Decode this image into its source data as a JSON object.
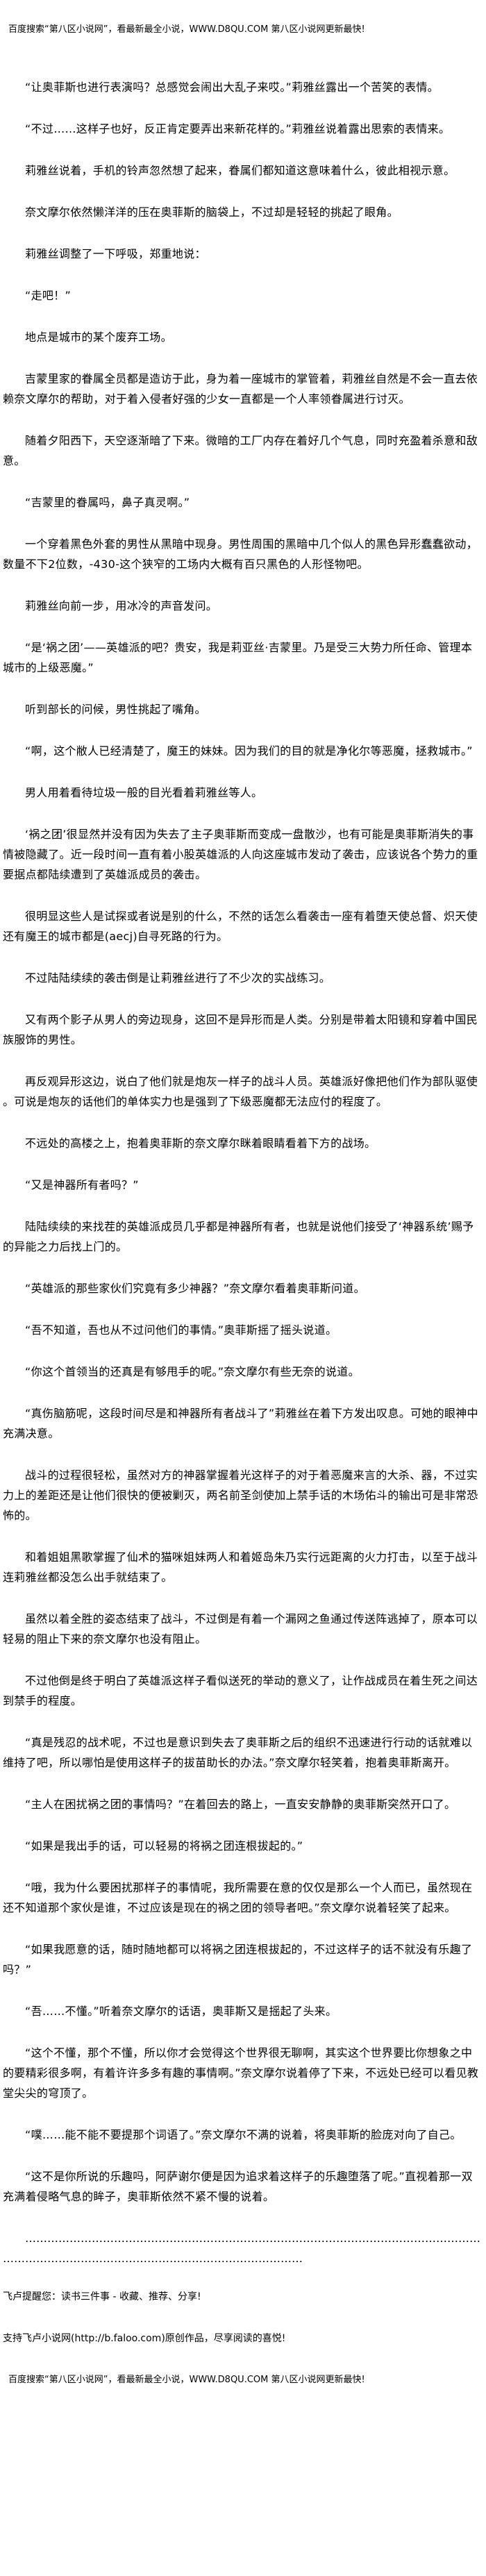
{
  "banner": "百度搜索“第八区小说网”，看最新最全小说，WWW.D8QU.COM  第八区小说网更新最快!",
  "paragraphs": [
    {
      "text": "“让奥菲斯也进行表演吗？总感觉会闹出大乱子来哎。”莉雅丝露出一个苦笑的表情。"
    },
    {
      "text": "“不过……这样子也好，反正肯定要弄出来新花样的。”莉雅丝说着露出思索的表情来。"
    },
    {
      "text": "莉雅丝说着，手机的铃声忽然想了起来，眷属们都知道这意味着什么，彼此相视示意。",
      "gap": true
    },
    {
      "text": "奈文摩尔依然懒洋洋的压在奥菲斯的脑袋上，不过却是轻轻的挑起了眼角。"
    },
    {
      "text": "莉雅丝调整了一下呼吸，郑重地说："
    },
    {
      "text": "“走吧！”"
    },
    {
      "text": "地点是城市的某个废弃工场。"
    },
    {
      "text": "吉蒙里家的眷属全员都是造访于此，身为着一座城市的掌管着，莉雅丝自然是不会一直去依赖奈文摩尔的帮助，对于着入侵者好强的少女一直都是一个人率领眷属进行讨灭。"
    },
    {
      "text": "随着夕阳西下，天空逐渐暗了下来。微暗的工厂内存在着好几个气息，同时充盈着杀意和敌意。"
    },
    {
      "text": "“吉蒙里的眷属吗，鼻子真灵啊。”"
    },
    {
      "text": "一个穿着黑色外套的男性从黑暗中现身。男性周围的黑暗中几个似人的黑色异形蠢蠢欲动，数量不下2位数，-430-这个狭窄的工场内大概有百只黑色的人形怪物吧。"
    },
    {
      "text": "莉雅丝向前一步，用冰冷的声音发问。"
    },
    {
      "text": "“是‘祸之团’——英雄派的吧？贵安，我是莉亚丝·吉蒙里。乃是受三大势力所任命、管理本城市的上级恶魔。”"
    },
    {
      "text": "听到部长的问候，男性挑起了嘴角。"
    },
    {
      "text": "“啊，这个敝人已经清楚了，魔王的妹妹。因为我们的目的就是净化尔等恶魔，拯救城市。”"
    },
    {
      "text": "男人用着看待垃圾一般的目光看着莉雅丝等人。"
    },
    {
      "text": "‘祸之团’很显然并没有因为失去了主子奥菲斯而变成一盘散沙，也有可能是奥菲斯消失的事情被隐藏了。近一段时间一直有着小股英雄派的人向这座城市发动了袭击，应该说各个势力的重要据点都陆续遭到了英雄派成员的袭击。"
    },
    {
      "text": "很明显这些人是试探或者说是别的什么，不然的话怎么看袭击一座有着堕天使总督、炽天使还有魔王的城市都是(aecj)自寻死路的行为。"
    },
    {
      "text": "不过陆陆续续的袭击倒是让莉雅丝进行了不少次的实战练习。"
    },
    {
      "text": "又有两个影子从男人的旁边现身，这回不是异形而是人类。分别是带着太阳镜和穿着中国民族服饰的男性。"
    },
    {
      "text": "再反观异形这边，说白了他们就是炮灰一样子的战斗人员。英雄派好像把他们作为部队驱使。可说是炮灰的话他们的单体实力也是强到了下级恶魔都无法应付的程度了。"
    },
    {
      "text": "不远处的高楼之上，抱着奥菲斯的奈文摩尔眯着眼睛看着下方的战场。"
    },
    {
      "text": "“又是神器所有者吗？”"
    },
    {
      "text": "陆陆续续的来找茬的英雄派成员几乎都是神器所有者，也就是说他们接受了‘神器系统’赐予的异能之力后找上门的。"
    },
    {
      "text": "“英雄派的那些家伙们究竟有多少神器？”奈文摩尔看着奥菲斯问道。"
    },
    {
      "text": "“吾不知道，吾也从不过问他们的事情。”奥菲斯摇了摇头说道。"
    },
    {
      "text": "“你这个首领当的还真是有够甩手的呢。”奈文摩尔有些无奈的说道。"
    },
    {
      "text": "“真伤脑筋呢，这段时间尽是和神器所有者战斗了”莉雅丝在着下方发出叹息。可她的眼神中充满决意。"
    },
    {
      "text": "战斗的过程很轻松，虽然对方的神器掌握着光这样子的对于着恶魔来言的大杀、器，不过实力上的差距还是让他们很快的便被剿灭，两名前圣剑使加上禁手话的木场佑斗的输出可是非常恐怖的。"
    },
    {
      "text": "和着姐姐黑歌掌握了仙术的猫咪姐妹两人和着姬岛朱乃实行远距离的火力打击，以至于战斗连莉雅丝都没怎么出手就结束了。"
    },
    {
      "text": "虽然以着全胜的姿态结束了战斗，不过倒是有着一个漏网之鱼通过传送阵逃掉了，原本可以轻易的阻止下来的奈文摩尔也没有阻止。"
    },
    {
      "text": "不过他倒是终于明白了英雄派这样子看似送死的举动的意义了，让作战成员在着生死之间达到禁手的程度。"
    },
    {
      "text": "“真是残忍的战术呢，不过也是意识到失去了奥菲斯之后的组织不迅速进行行动的话就难以维持了吧，所以哪怕是使用这样子的拔苗助长的办法。”奈文摩尔轻笑着，抱着奥菲斯离开。"
    },
    {
      "text": "“主人在困扰祸之团的事情吗？”在着回去的路上，一直安安静静的奥菲斯突然开口了。"
    },
    {
      "text": "“如果是我出手的话，可以轻易的将祸之团连根拔起的。”",
      "gap": true
    },
    {
      "text": "“哦，我为什么要困扰那样子的事情呢，我所需要在意的仅仅是那么一个人而已，虽然现在还不知道那个家伙是谁，不过应该是现在的祸之团的领导者吧。”奈文摩尔说着轻笑了起来。"
    },
    {
      "text": "“如果我愿意的话，随时随地都可以将祸之团连根拔起的，不过这样子的话不就没有乐趣了吗？”"
    },
    {
      "text": "“吾……不懂。”听着奈文摩尔的话语，奥菲斯又是摇起了头来。"
    },
    {
      "text": "“这个不懂，那个不懂，所以你才会觉得这个世界很无聊啊，其实这个世界要比你想象之中的要精彩很多啊，有着许许多多有趣的事情啊。”奈文摩尔说着停了下来，不远处已经可以看见教堂尖尖的穹顶了。"
    },
    {
      "text": "“噗……能不能不要提那个词语了。”奈文摩尔不满的说着，将奥菲斯的脸庞对向了自己。"
    },
    {
      "text": "“这不是你所说的乐趣吗，阿萨谢尔便是因为追求着这样子的乐趣堕落了呢。”直视着那一双充满着侵略气息的眸子，奥菲斯依然不紧不慢的说着。"
    },
    {
      "text": "……………………………………………………………………………………………………………………………………………………………………………………",
      "dots": true
    }
  ],
  "footer": {
    "reminder": "飞卢提醒您：读书三件事 - 收藏、推荐、分享!",
    "support": "支持飞卢小说网(http://b.faloo.com)原创作品，尽享阅读的喜悦!"
  }
}
